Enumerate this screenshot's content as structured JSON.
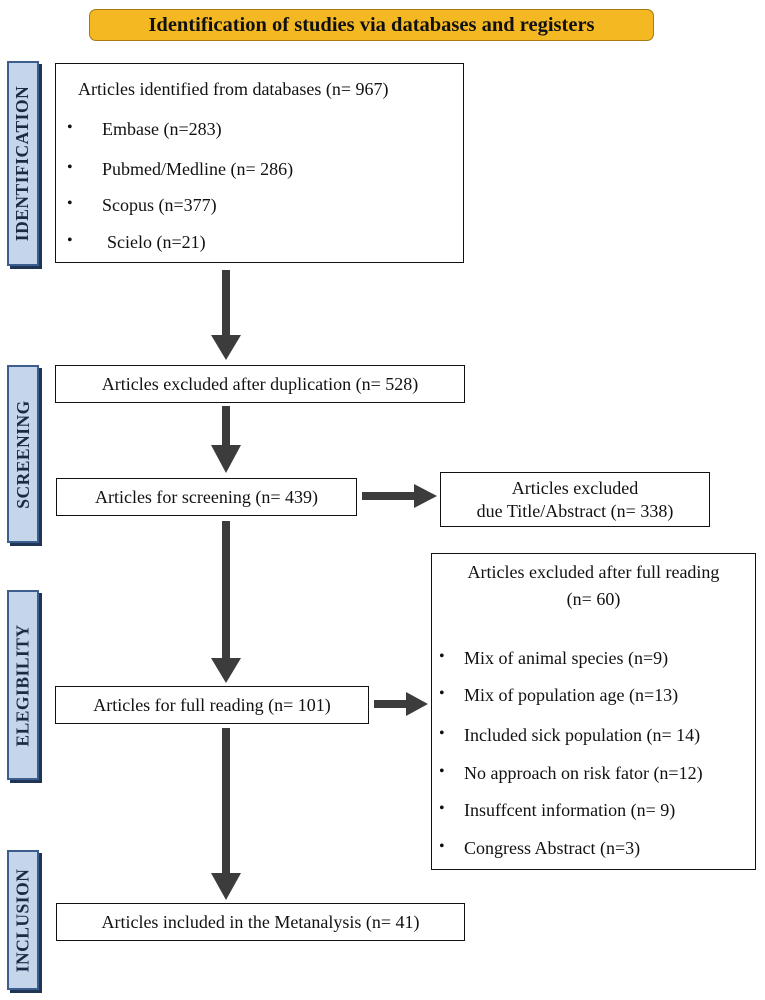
{
  "header": {
    "title": "Identification of studies via databases and registers"
  },
  "phases": {
    "identification": "IDENTIFICATION",
    "screening": "SCREENING",
    "elegibility": "ELEGIBILITY",
    "inclusion": "INCLUSION"
  },
  "identification_box": {
    "title": "Articles identified from databases (n= 967)",
    "items": [
      "Embase (n=283)",
      "Pubmed/Medline (n= 286)",
      "Scopus (n=377)",
      "Scielo (n=21)"
    ]
  },
  "duplication_box": {
    "label": "Articles excluded after duplication  (n= 528)"
  },
  "screening_box": {
    "label": "Articles for screening (n= 439)"
  },
  "excluded_title_box": {
    "line1": "Articles excluded",
    "line2": "due Title/Abstract (n= 338)"
  },
  "full_reading_box": {
    "label": "Articles for full reading (n= 101)"
  },
  "excluded_full_box": {
    "line1": "Articles excluded after full reading",
    "line2": "(n= 60)",
    "items": [
      "Mix of animal species (n=9)",
      "Mix of population age (n=13)",
      "Included sick population (n= 14)",
      "No approach on risk fator (n=12)",
      "Insuffcent information (n= 9)",
      "Congress Abstract (n=3)"
    ]
  },
  "included_box": {
    "label": "Articles included in the Metanalysis (n= 41)"
  },
  "bullet": "•"
}
